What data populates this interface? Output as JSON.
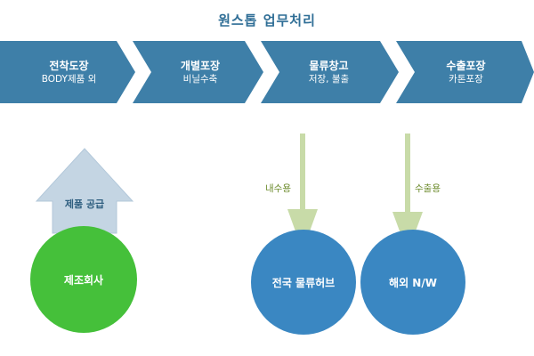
{
  "title": "원스톱 업무처리",
  "steps": [
    {
      "label": "전착도장",
      "sub": "BODY제품 외"
    },
    {
      "label": "개별포장",
      "sub": "비닐수축"
    },
    {
      "label": "물류창고",
      "sub": "저장, 불출"
    },
    {
      "label": "수출포장",
      "sub": "카톤포장"
    }
  ],
  "supply_label": "제품 공급",
  "domestic_label": "내수용",
  "export_label": "수출용",
  "circles": {
    "manufacturer": "제조회사",
    "hub": "전국 물류허브",
    "overseas": "해외 N/W"
  },
  "colors": {
    "banner": "#3e7fa8",
    "chevron": "#ffffff",
    "green": "#45c03a",
    "blue": "#3a87c2",
    "down_arrow": "#c8dba8",
    "up_arrow": "#c4d5e3"
  }
}
